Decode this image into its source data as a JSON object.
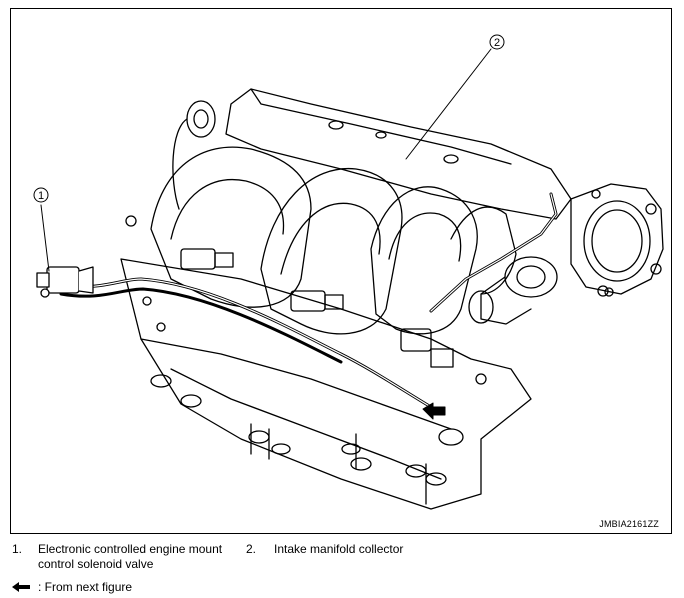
{
  "diagram": {
    "callouts": [
      {
        "id": "1",
        "label": "1"
      },
      {
        "id": "2",
        "label": "2"
      }
    ],
    "figure_code": "JMBIA2161ZZ"
  },
  "legend": {
    "items": [
      {
        "num": "1.",
        "text_line1": "Electronic controlled engine mount",
        "text_line2": "control solenoid valve"
      },
      {
        "num": "2.",
        "text_line1": "Intake manifold collector",
        "text_line2": ""
      }
    ],
    "arrow_note": ": From next figure"
  }
}
